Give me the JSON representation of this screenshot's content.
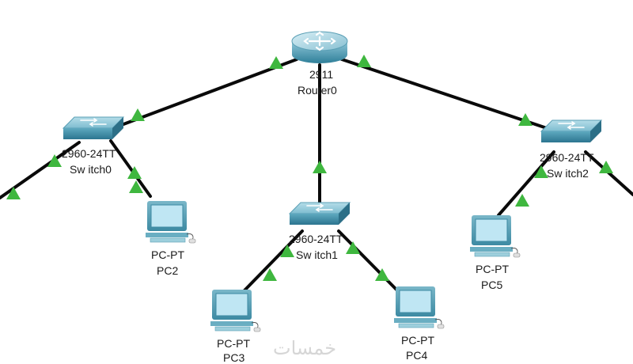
{
  "colors": {
    "link": "#0a0a0a",
    "link_up": "#3fb73f",
    "device_body": "#4a97ad",
    "device_top": "#a8d6e2",
    "screen": "#bfe6f3"
  },
  "router": {
    "model": "2911",
    "name": "Router0"
  },
  "switches": [
    {
      "model": "2960-24TT",
      "name": "Sw itch0"
    },
    {
      "model": "2960-24TT",
      "name": "Sw itch1"
    },
    {
      "model": "2960-24TT",
      "name": "Sw itch2"
    }
  ],
  "pcs": [
    {
      "model": "PC-PT",
      "name": "PC2"
    },
    {
      "model": "PC-PT",
      "name": "PC3"
    },
    {
      "model": "PC-PT",
      "name": "PC4"
    },
    {
      "model": "PC-PT",
      "name": "PC5"
    }
  ],
  "links": [
    {
      "from": "Router0",
      "to": "Sw itch0",
      "status": "up"
    },
    {
      "from": "Router0",
      "to": "Sw itch1",
      "status": "up"
    },
    {
      "from": "Router0",
      "to": "Sw itch2",
      "status": "up"
    },
    {
      "from": "Sw itch0",
      "to": "PC2",
      "status": "up"
    },
    {
      "from": "Sw itch1",
      "to": "PC3",
      "status": "up"
    },
    {
      "from": "Sw itch1",
      "to": "PC4",
      "status": "up"
    },
    {
      "from": "Sw itch2",
      "to": "PC5",
      "status": "up"
    }
  ],
  "watermark": "خمسات"
}
